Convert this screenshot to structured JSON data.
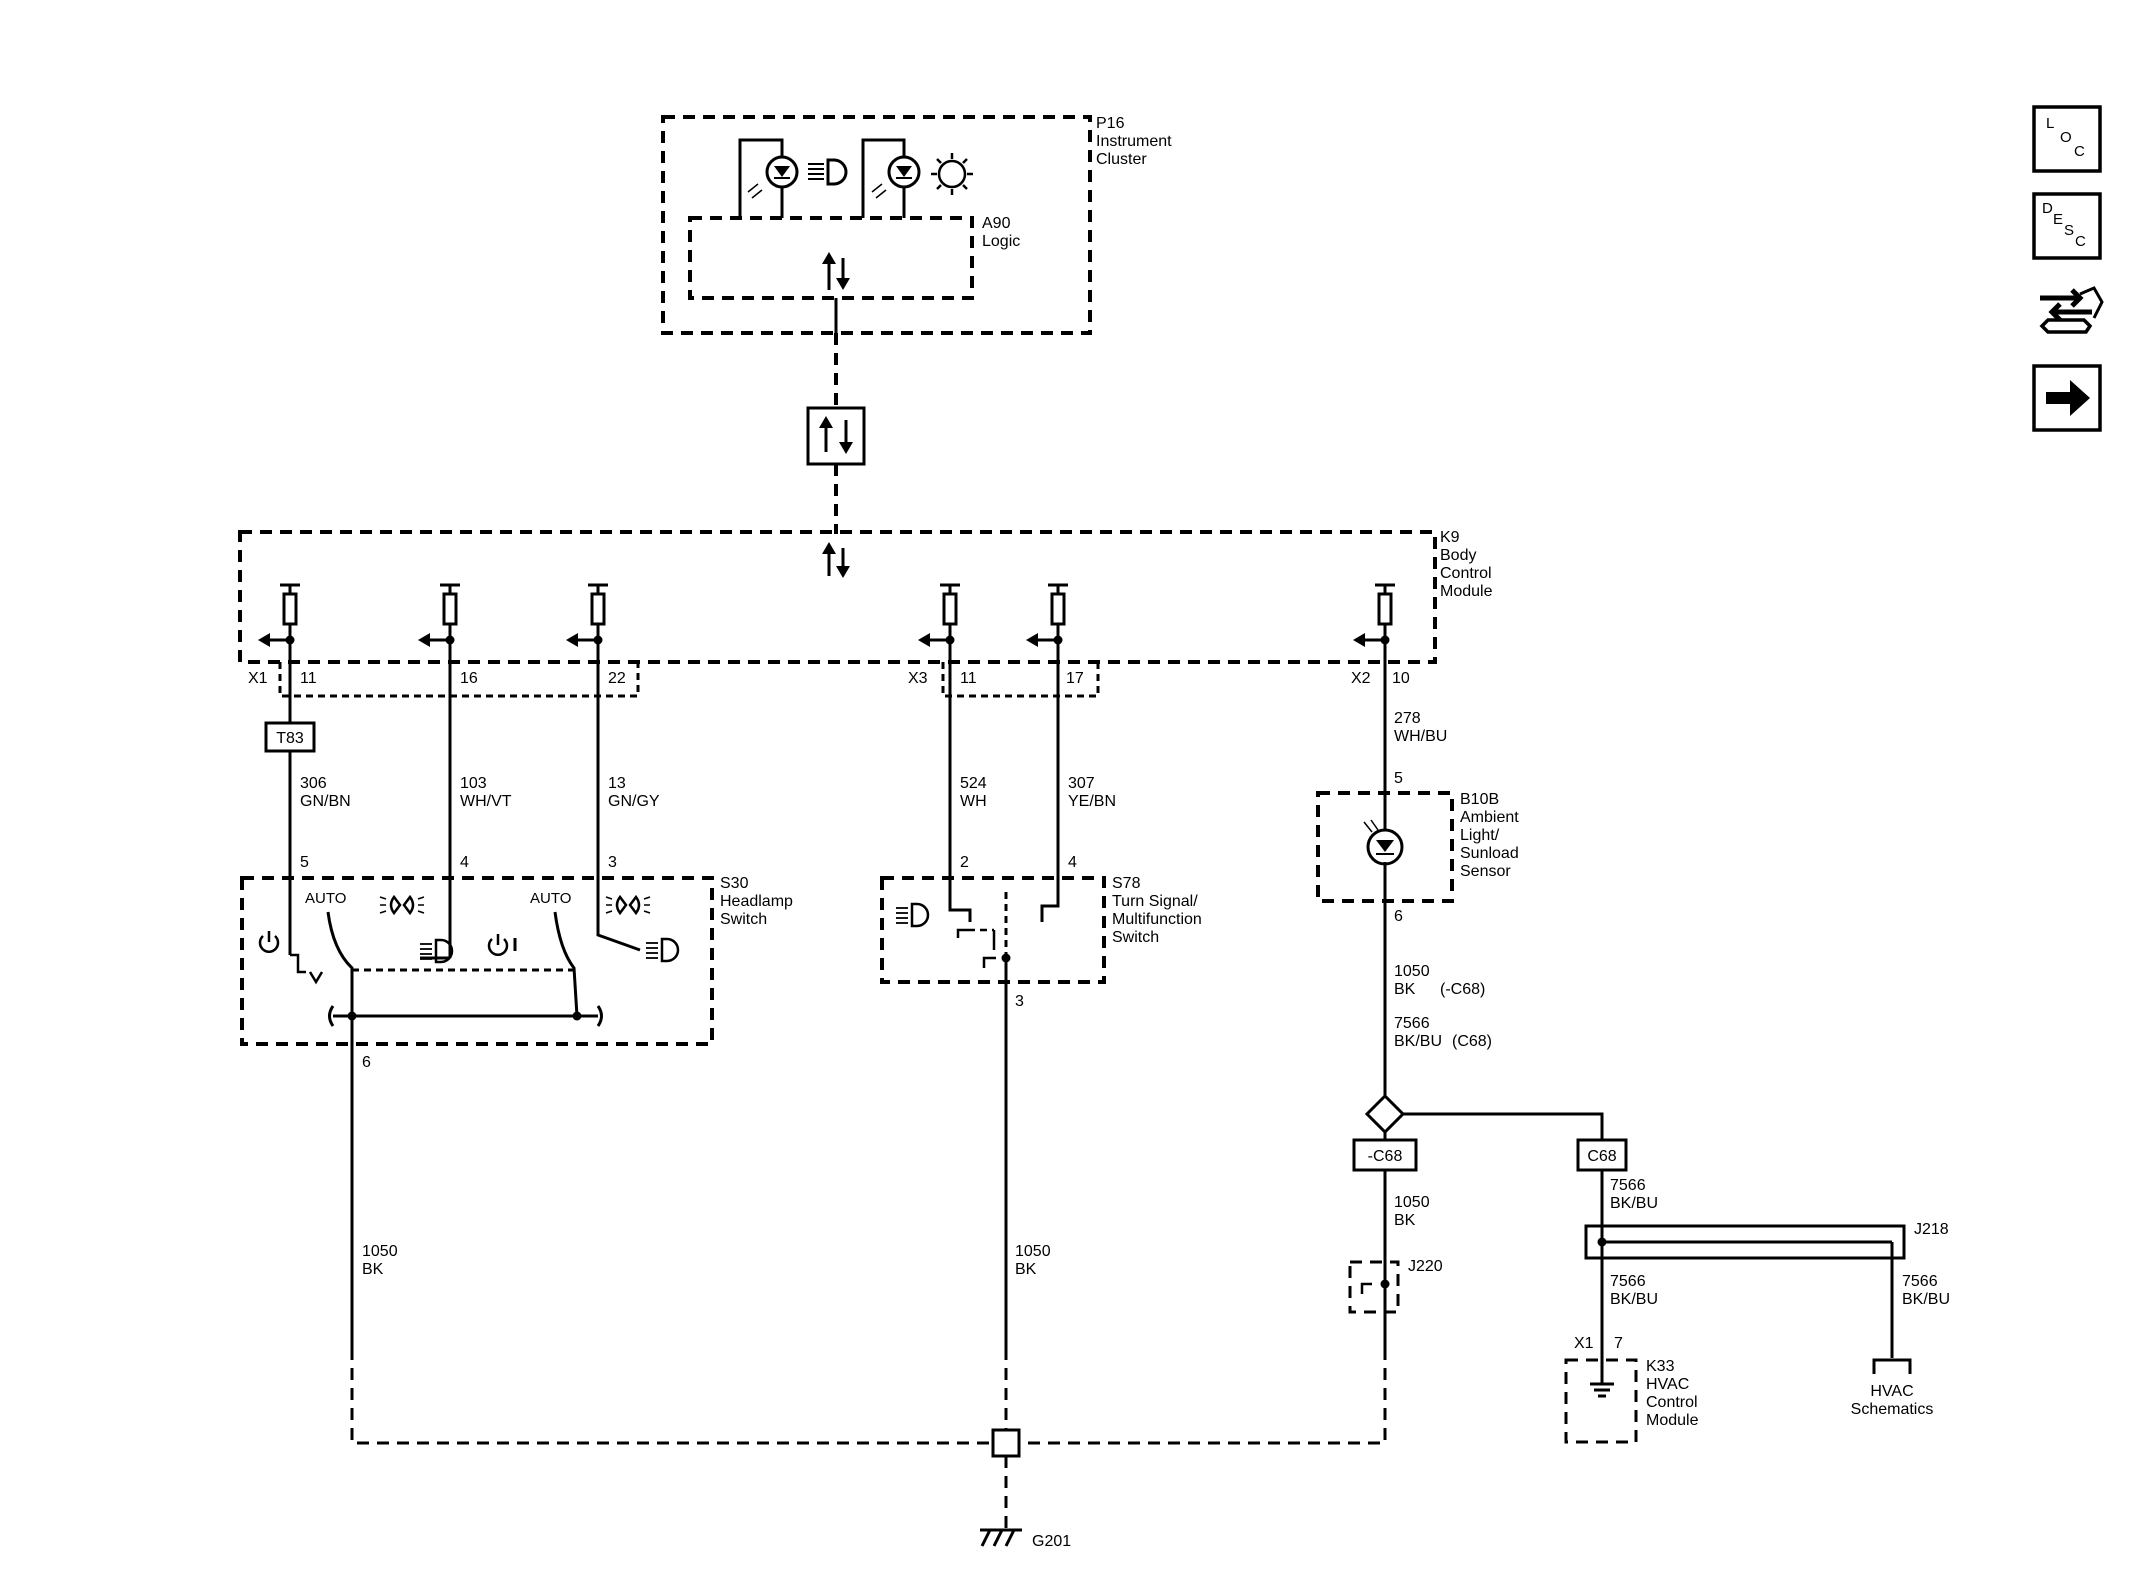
{
  "modules": {
    "p16": {
      "ref": "P16",
      "name_lines": [
        "Instrument",
        "Cluster"
      ]
    },
    "a90": {
      "ref": "A90",
      "name_lines": [
        "Logic"
      ]
    },
    "k9": {
      "ref": "K9",
      "name_lines": [
        "Body",
        "Control",
        "Module"
      ]
    },
    "s30": {
      "ref": "S30",
      "name_lines": [
        "Headlamp",
        "Switch"
      ]
    },
    "s78": {
      "ref": "S78",
      "name_lines": [
        "Turn Signal/",
        "Multifunction",
        "Switch"
      ]
    },
    "b10b": {
      "ref": "B10B",
      "name_lines": [
        "Ambient",
        "Light/",
        "Sunload",
        "Sensor"
      ]
    },
    "k33": {
      "ref": "K33",
      "name_lines": [
        "HVAC",
        "Control",
        "Module"
      ]
    }
  },
  "connectors": {
    "x1": "X1",
    "x3": "X3",
    "x2": "X2",
    "k9_x1_pins": [
      "11",
      "16",
      "22"
    ],
    "k9_x3_pins": [
      "11",
      "17"
    ],
    "k9_x2_pin": "10",
    "k33_conn": "X1",
    "k33_pin": "7"
  },
  "inline": {
    "t83": "T83",
    "c68_neg": "-C68",
    "c68": "C68"
  },
  "wires": {
    "w306": {
      "num": "306",
      "color": "GN/BN"
    },
    "w103": {
      "num": "103",
      "color": "WH/VT"
    },
    "w13": {
      "num": "13",
      "color": "GN/GY"
    },
    "w524": {
      "num": "524",
      "color": "WH"
    },
    "w307": {
      "num": "307",
      "color": "YE/BN"
    },
    "w278": {
      "num": "278",
      "color": "WH/BU"
    },
    "w1050_b10b": {
      "num": "1050",
      "color": "BK",
      "option": "(-C68)"
    },
    "w7566_b10b": {
      "num": "7566",
      "color": "BK/BU",
      "option": "(C68)"
    },
    "w1050_neg": {
      "num": "1050",
      "color": "BK"
    },
    "w7566_c68": {
      "num": "7566",
      "color": "BK/BU"
    },
    "w7566_k33": {
      "num": "7566",
      "color": "BK/BU"
    },
    "w7566_hvac": {
      "num": "7566",
      "color": "BK/BU"
    },
    "w1050_s30": {
      "num": "1050",
      "color": "BK"
    },
    "w1050_s78": {
      "num": "1050",
      "color": "BK"
    }
  },
  "pins": {
    "s30": [
      "5",
      "4",
      "3",
      "6"
    ],
    "s78": [
      "2",
      "4",
      "3"
    ],
    "b10b": [
      "5",
      "6"
    ]
  },
  "switch_labels": {
    "auto_left": "AUTO",
    "auto_right": "AUTO"
  },
  "splices": {
    "j220": "J220",
    "j218": "J218"
  },
  "ground": {
    "g201": "G201"
  },
  "hvac_ref": {
    "lines": [
      "HVAC",
      "Schematics"
    ]
  },
  "nav": {
    "loc": {
      "letters": [
        "L",
        "O",
        "C"
      ],
      "icon": "location-icon"
    },
    "desc": {
      "letters": [
        "D",
        "E",
        "S",
        "C"
      ],
      "icon": "description-icon"
    },
    "connector_icon": "connector-wrench-icon",
    "next_icon": "arrow-right-icon"
  }
}
